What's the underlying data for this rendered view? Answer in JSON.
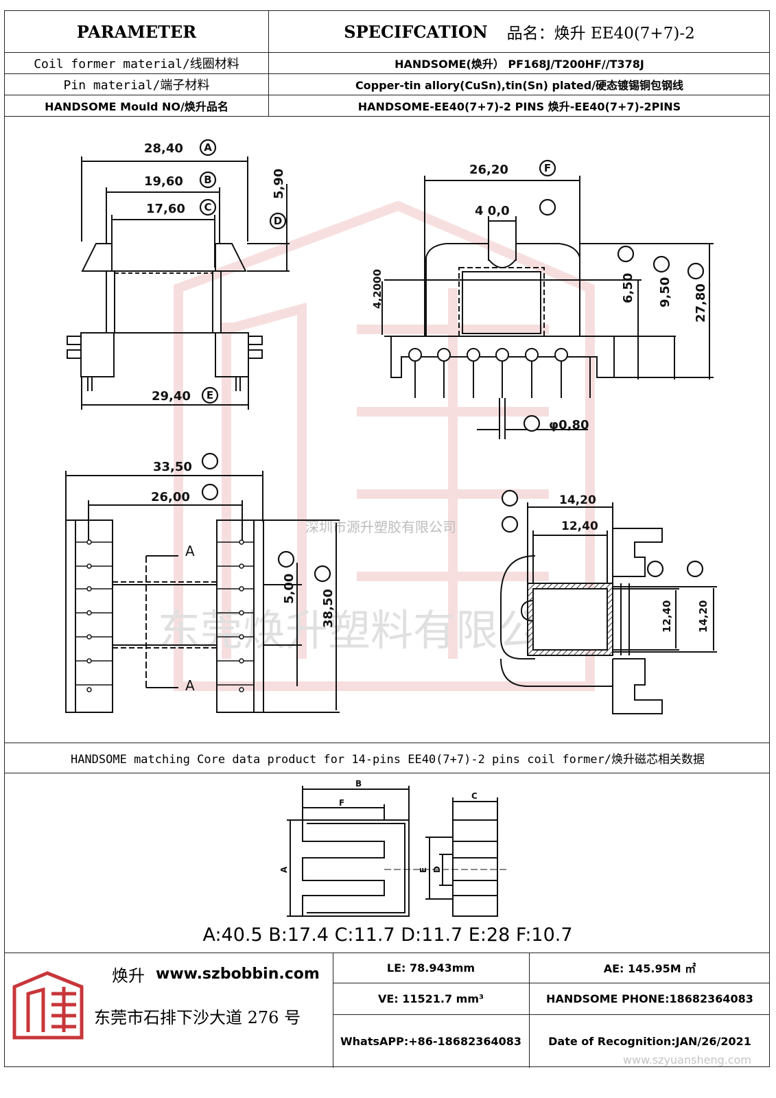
{
  "header": {
    "parameter_label": "PARAMETER",
    "spec_label": "SPECIFCATION",
    "product_name_prefix": "品名：焕升 EE40(7+7)-2"
  },
  "rows": [
    {
      "label": "Coil former material/线圈材料",
      "value": "HANDSOME(焕升）  PF168J/T200HF//T378J"
    },
    {
      "label": "Pin material/端子材料",
      "value": "Copper-tin allory(CuSn),tin(Sn) plated/硬态镀锡铜包钢线"
    },
    {
      "label": "HANDSOME Mould NO/焕升品名",
      "value": "HANDSOME-EE40(7+7)-2 PINS    焕升-EE40(7+7)-2PINS"
    }
  ],
  "drawing": {
    "dims": {
      "A": "28,40",
      "B": "19,60",
      "C": "17,60",
      "D": "5,90",
      "E": "29,40",
      "F": "26,20",
      "G": "4 0,0",
      "H": "6,50",
      "I": "9,50",
      "J": "27,80",
      "K": "φ0,80",
      "extra": "4,2000",
      "L": "33,50",
      "M": "26,00",
      "N": "5,00",
      "O": "38,50",
      "P": "14,20",
      "Q": "12,40",
      "R": "12,40",
      "S": "14,20"
    },
    "section_label": "A",
    "watermark_cn": "深圳市源升塑胶有限公司",
    "watermark_big": "东莞焕升塑料有限公司"
  },
  "core_section": {
    "title": "HANDSOME matching Core data  product for 14-pins EE40(7+7)-2 pins coil former/焕升磁芯相关数据",
    "letters": {
      "A": "A",
      "B": "B",
      "C": "C",
      "D": "D",
      "E": "E",
      "F": "F"
    },
    "values": "A:40.5 B:17.4 C:11.7 D:11.7 E:28 F:10.7"
  },
  "footer": {
    "brand": "焕升",
    "website": "www.szbobbin.com",
    "address": "东莞市石排下沙大道 276 号",
    "le": "LE: 78.943mm",
    "ae": "AE: 145.95M ㎡",
    "ve": "VE: 11521.7 mm³",
    "phone": "HANDSOME PHONE:18682364083",
    "whatsapp": "WhatsAPP:+86-18682364083",
    "date": "Date of Recognition:JAN/26/2021",
    "watermark_url": "www.szyuansheng.com"
  },
  "colors": {
    "line": "#222222",
    "logo_red": "#c8363a",
    "watermark": "#e7b7b9"
  }
}
